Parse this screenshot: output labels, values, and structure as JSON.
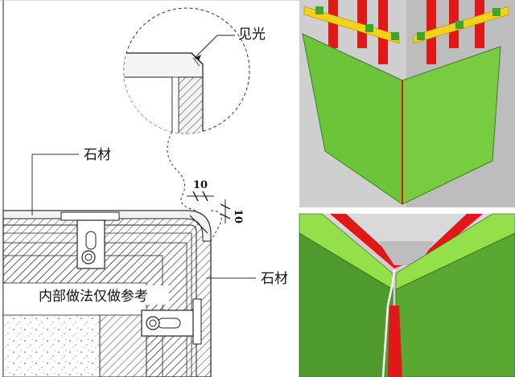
{
  "labels": {
    "exposed_edge": "见光",
    "stone_top": "石材",
    "stone_right": "石材",
    "interior_note": "内部做法仅做参考",
    "dim_horizontal": "10",
    "dim_vertical": "10"
  },
  "colors": {
    "panel_green": "#6cc43a",
    "panel_dark_green": "#4f9a2c",
    "panel_light_green": "#94e04a",
    "keel_red": "#e01818",
    "bracket_yellow": "#f2d21a",
    "wall_gray": "#d9d9d9"
  }
}
